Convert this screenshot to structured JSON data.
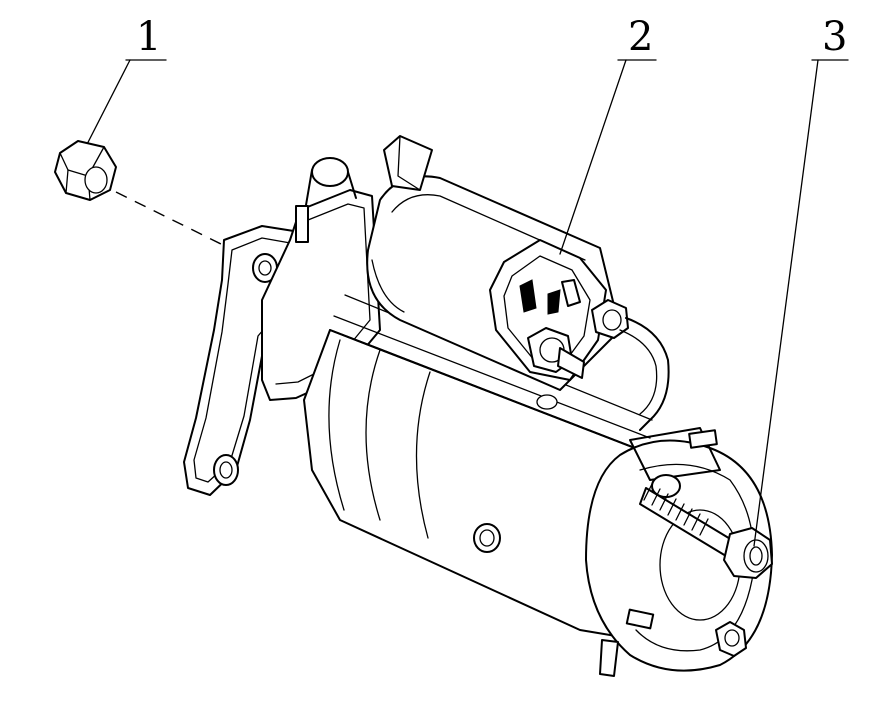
{
  "callouts": [
    {
      "id": "nut",
      "label": "1"
    },
    {
      "id": "solenoid",
      "label": "2"
    },
    {
      "id": "through-bolt",
      "label": "3"
    }
  ],
  "colors": {
    "line": "#000000",
    "background": "#ffffff"
  }
}
